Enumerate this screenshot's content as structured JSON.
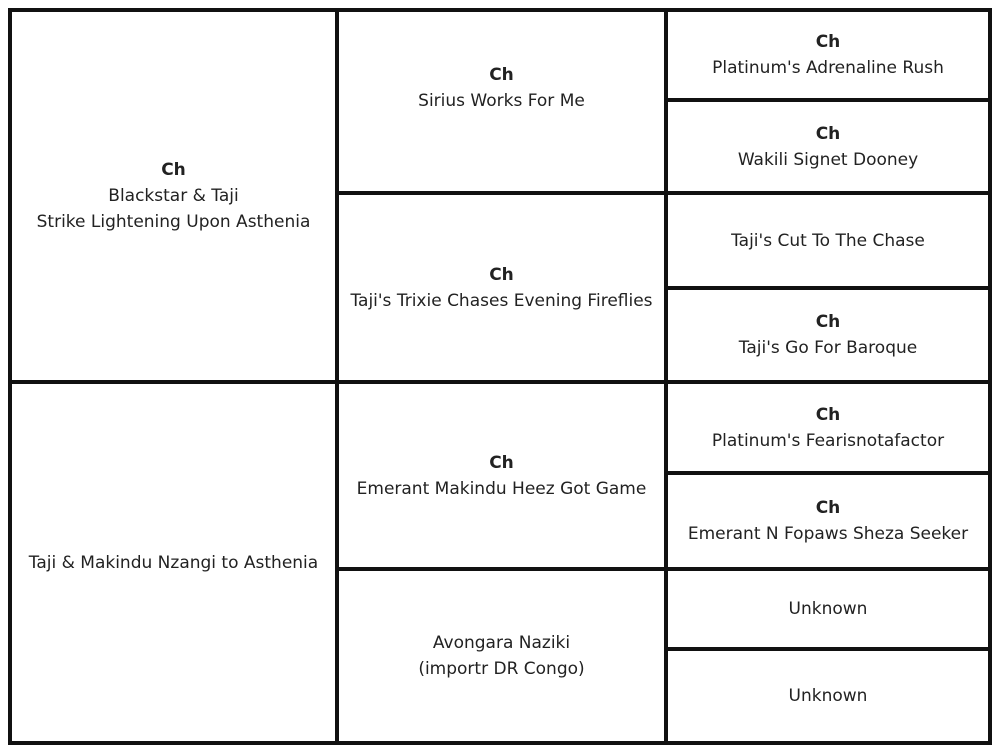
{
  "pedigree": {
    "generation1": [
      {
        "title": "Ch",
        "lines": [
          "Blackstar & Taji",
          "Strike Lightening Upon Asthenia"
        ]
      },
      {
        "title": "",
        "lines": [
          "Taji & Makindu Nzangi to Asthenia"
        ]
      }
    ],
    "generation2": [
      {
        "title": "Ch",
        "lines": [
          "Sirius Works For Me"
        ]
      },
      {
        "title": "Ch",
        "lines": [
          "Taji's Trixie Chases Evening Fireflies"
        ]
      },
      {
        "title": "Ch",
        "lines": [
          "Emerant Makindu Heez Got Game"
        ]
      },
      {
        "title": "",
        "lines": [
          "Avongara Naziki",
          "(importr DR Congo)"
        ]
      }
    ],
    "generation3": [
      {
        "title": "Ch",
        "lines": [
          "Platinum's Adrenaline Rush"
        ]
      },
      {
        "title": "Ch",
        "lines": [
          "Wakili Signet Dooney"
        ]
      },
      {
        "title": "",
        "lines": [
          "Taji's Cut To The Chase"
        ]
      },
      {
        "title": "Ch",
        "lines": [
          "Taji's Go For Baroque"
        ]
      },
      {
        "title": "Ch",
        "lines": [
          "Platinum's Fearisnotafactor"
        ]
      },
      {
        "title": "Ch",
        "lines": [
          "Emerant N Fopaws Sheza Seeker"
        ]
      },
      {
        "title": "",
        "lines": [
          "Unknown"
        ]
      },
      {
        "title": "",
        "lines": [
          "Unknown"
        ]
      }
    ]
  }
}
